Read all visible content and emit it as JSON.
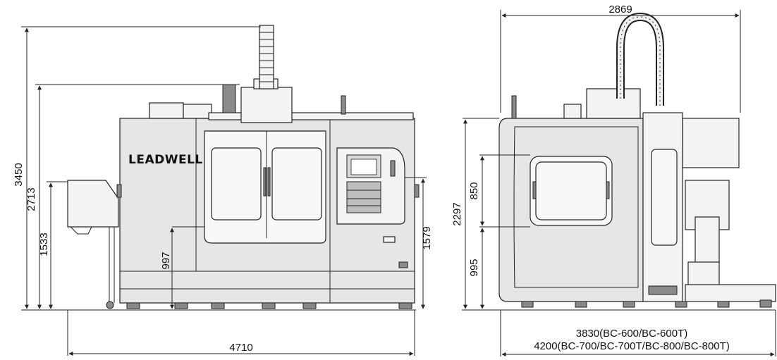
{
  "front_view": {
    "brand": "LEADWELL",
    "dims": {
      "total_height": "3450",
      "height_2": "2713",
      "height_3": "1533",
      "height_4": "997",
      "height_5": "1579",
      "width": "4710"
    }
  },
  "side_view": {
    "dims": {
      "width_top": "2869",
      "height_1": "2297",
      "height_2": "850",
      "height_3": "995",
      "width_line_1": "3830(BC-600/BC-600T)",
      "width_line_2": "4200(BC-700/BC-700T/BC-800/BC-800T)"
    }
  }
}
